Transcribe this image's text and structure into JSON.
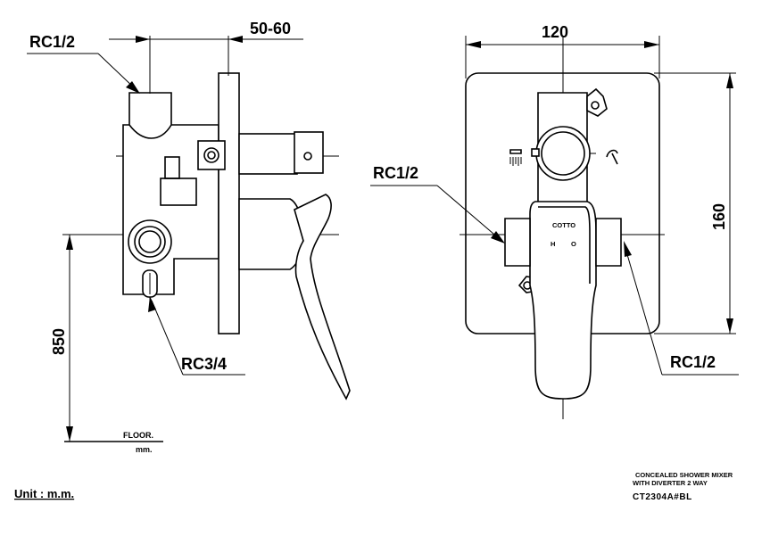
{
  "side_view": {
    "rc_top_label": "RC1/2",
    "depth_label": "50-60",
    "rc_bottom_label": "RC3/4",
    "height_label": "850",
    "floor_label": "FLOOR.",
    "floor_unit": "mm."
  },
  "front_view": {
    "width_label": "120",
    "height_label": "160",
    "rc_left_label": "RC1/2",
    "rc_right_label": "RC1/2",
    "brand_mark": "COTTO",
    "hot_mark": "H",
    "cold_mark": "O"
  },
  "footer": {
    "unit_label": "Unit : m.m.",
    "product_line1": "CONCEALED SHOWER MIXER",
    "product_line2": "WITH DIVERTER 2 WAY",
    "model_code": "CT2304A#BL"
  }
}
